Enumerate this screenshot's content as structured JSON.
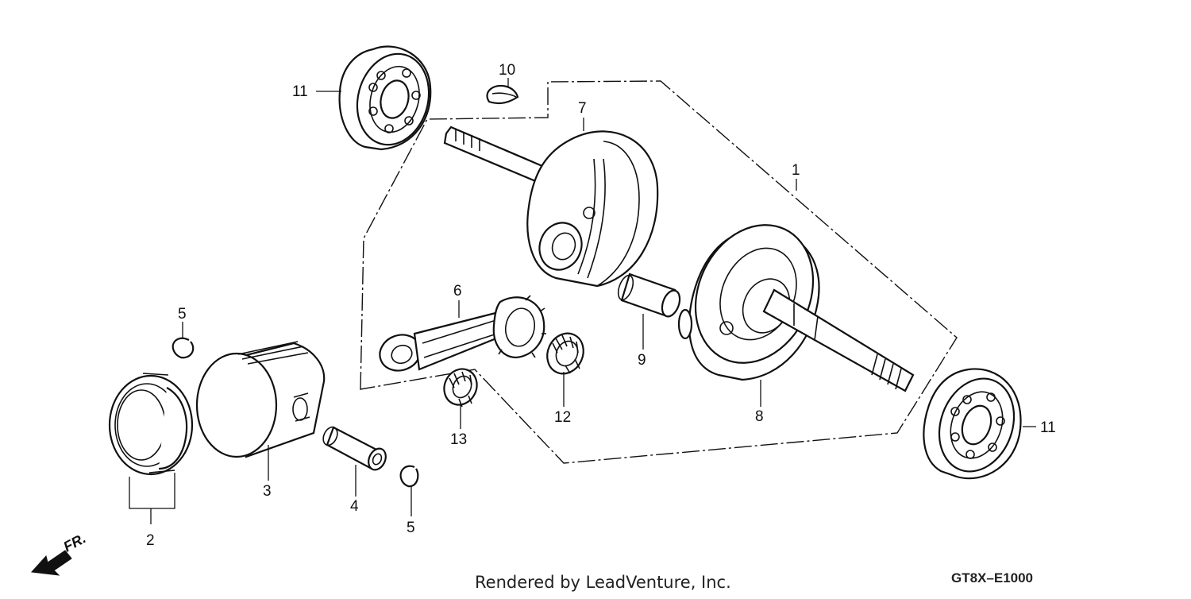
{
  "diagram": {
    "callouts": [
      {
        "id": "c1",
        "text": "1"
      },
      {
        "id": "c2",
        "text": "2"
      },
      {
        "id": "c3",
        "text": "3"
      },
      {
        "id": "c4",
        "text": "4"
      },
      {
        "id": "c5a",
        "text": "5"
      },
      {
        "id": "c5b",
        "text": "5"
      },
      {
        "id": "c6",
        "text": "6"
      },
      {
        "id": "c7",
        "text": "7"
      },
      {
        "id": "c8",
        "text": "8"
      },
      {
        "id": "c9",
        "text": "9"
      },
      {
        "id": "c10",
        "text": "10"
      },
      {
        "id": "c11a",
        "text": "11"
      },
      {
        "id": "c11b",
        "text": "11"
      },
      {
        "id": "c12",
        "text": "12"
      },
      {
        "id": "c13",
        "text": "13"
      }
    ],
    "direction_label": "FR.",
    "credit": "Rendered by LeadVenture, Inc.",
    "diagram_code": "GT8X–E1000",
    "icons": {
      "front_arrow": "front-direction-arrow-icon"
    }
  }
}
